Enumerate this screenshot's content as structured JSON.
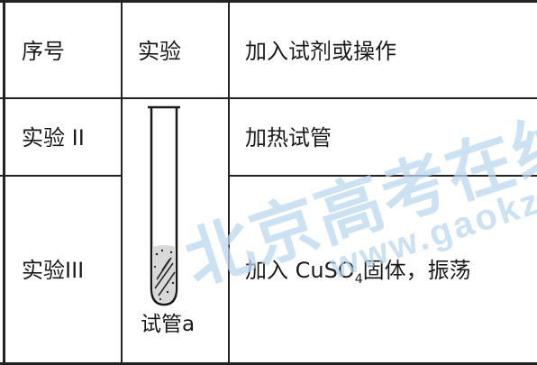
{
  "table": {
    "headers": [
      "序号",
      "实验",
      "加入试剂或操作"
    ],
    "rows": [
      {
        "id": "实验 II",
        "operation": "加热试管"
      },
      {
        "id": "实验III",
        "operation_main": "加入 CuSO",
        "operation_sub": "4",
        "operation_tail": "固体，振荡"
      }
    ],
    "tube_label": "试管a"
  },
  "watermark": {
    "cn": "北京高考在线",
    "url": "www.gaokzx.com"
  },
  "colors": {
    "ink": "#1a1a1a",
    "watermark": "#bcd7ee"
  }
}
